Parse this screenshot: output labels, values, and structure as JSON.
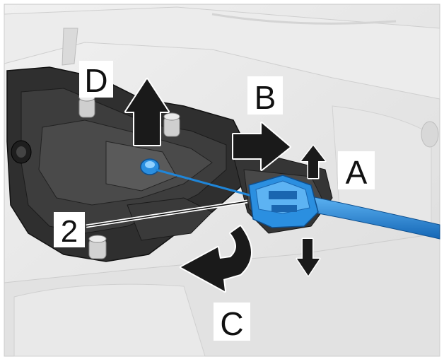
{
  "labels": {
    "a": "A",
    "b": "B",
    "c": "C",
    "d": "D",
    "two": "2"
  },
  "colors": {
    "cable": "#1f86d9",
    "clip": "#2b8fe0",
    "clip_dark": "#1a66b0",
    "housing": "#2f2f2f",
    "housing_light": "#5a5a5a",
    "panel": "#e4e4e4",
    "arrow": "#1a1a1a"
  }
}
